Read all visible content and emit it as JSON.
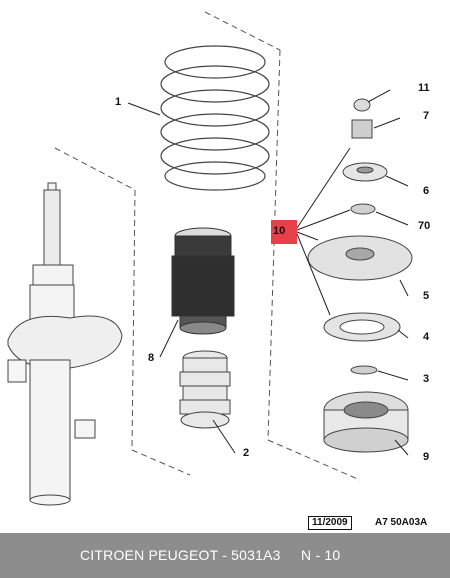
{
  "callouts": {
    "c1": "1",
    "c2": "2",
    "c3": "3",
    "c4": "4",
    "c5": "5",
    "c6": "6",
    "c7": "7",
    "c8": "8",
    "c9": "9",
    "c10": "10",
    "c11": "11",
    "c70": "70"
  },
  "date_code": "11/2009",
  "diagram_ref": "A7 50A03A",
  "footer_text": "CITROEN PEUGEOT - 5031A3     N - 10",
  "colors": {
    "highlight": "#e8404a",
    "footer": "#8d8d8d",
    "line": "#333333"
  }
}
